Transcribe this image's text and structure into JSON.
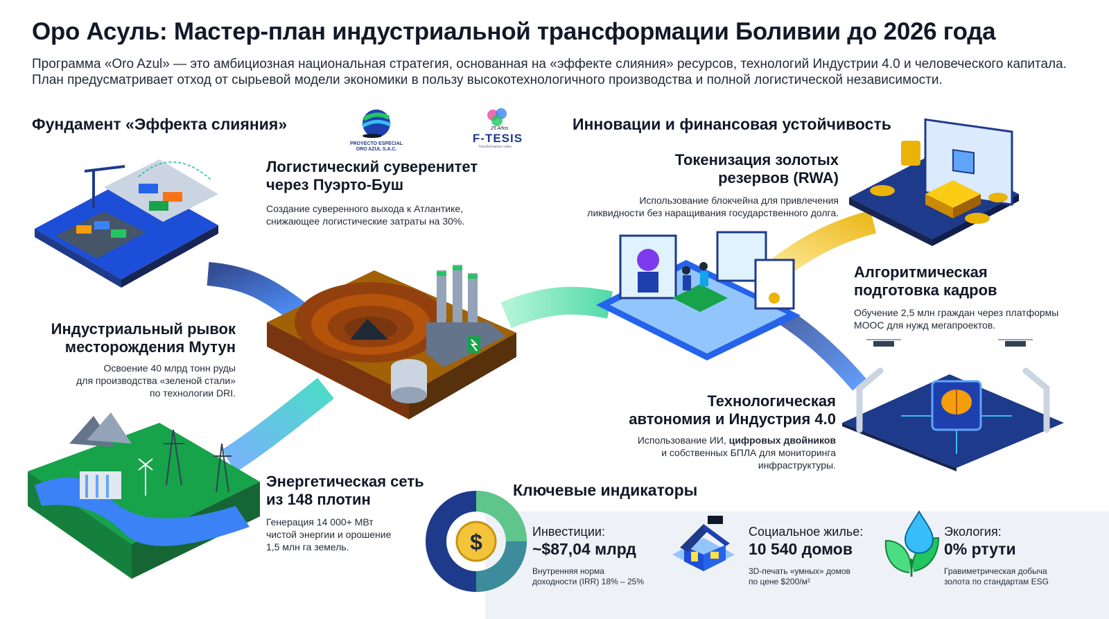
{
  "header": {
    "title": "Оро Асуль: Мастер-план индустриальной трансформации Боливии до 2026 года",
    "subtitle": "Программа «Oro Azul» — это амбициозная национальная стратегия, основанная на «эффекте слияния» ресурсов, технологий Индустрии 4.0 и человеческого капитала. План предусматривает отход от сырьевой модели экономики в пользу высокотехнологичного производства и полной логистической независимости."
  },
  "logos": {
    "oro_azul_line1": "PROYECTO ESPECIAL",
    "oro_azul_line2": "ORO AZUL S.A.C.",
    "ftesis_years": "25 Años",
    "ftesis_name": "F-TESIS",
    "ftesis_tagline": "Transformamos vidas"
  },
  "sections": {
    "foundation": "Фундамент «Эффекта слияния»",
    "innovation": "Инновации и финансовая устойчивость",
    "indicators": "Ключевые индикаторы"
  },
  "cards": {
    "logistics": {
      "title_line1": "Логистический суверенитет",
      "title_line2": "через Пуэрто-Буш",
      "text_line1": "Создание суверенного выхода к Атлантике,",
      "text_line2": "снижающее логистические затраты на 30%."
    },
    "mutun": {
      "title_line1": "Индустриальный рывок",
      "title_line2": "месторождения Мутун",
      "text_line1": "Освоение 40 млрд тонн руды",
      "text_line2": "для производства «зеленой стали»",
      "text_line3": "по технологии DRI."
    },
    "energy": {
      "title_line1": "Энергетическая сеть",
      "title_line2": "из 148 плотин",
      "text_line1": "Генерация 14 000+ МВт",
      "text_line2": "чистой энергии и орошение",
      "text_line3": "1,5 млн га земель."
    },
    "tokenization": {
      "title_line1": "Токенизация золотых",
      "title_line2": "резервов (RWA)",
      "text_line1": "Использование блокчейна для привлечения",
      "text_line2": "ликвидности без наращивания государственного долга."
    },
    "training": {
      "title_line1": "Алгоритмическая",
      "title_line2": "подготовка кадров",
      "text_line1": "Обучение 2,5 млн граждан через платформы",
      "text_line2": "MOOC для нужд мегапроектов."
    },
    "autonomy": {
      "title_line1": "Технологическая",
      "title_line2": "автономия и Индустрия 4.0",
      "text_line1_pre": "Использование ИИ, ",
      "text_line1_bold": "цифровых двойников",
      "text_line2": "и собственных БПЛА для мониторинга",
      "text_line3": "инфраструктуры."
    }
  },
  "kpis": {
    "investment": {
      "label": "Инвестиции:",
      "value": "~$87,04 млрд",
      "note_line1": "Внутренняя норма",
      "note_line2": "доходности (IRR) 18% – 25%",
      "irr_min_percent": 18,
      "irr_max_percent": 25,
      "dollar_glyph": "$"
    },
    "housing": {
      "label": "Социальное жилье:",
      "value": "10 540 домов",
      "note_line1": "3D-печать «умных» домов",
      "note_line2": "по цене $200/м²"
    },
    "ecology": {
      "label": "Экология:",
      "value": "0% ртути",
      "note_line1": "Гравиметрическая добыча",
      "note_line2": "золота по стандартам ESG"
    }
  },
  "colors": {
    "navy": "#1e3a8a",
    "blue": "#2563eb",
    "teal": "#14b8a6",
    "green": "#22c55e",
    "gold": "#eab308",
    "light_blue": "#93c5fd",
    "earth": "#a16207"
  }
}
